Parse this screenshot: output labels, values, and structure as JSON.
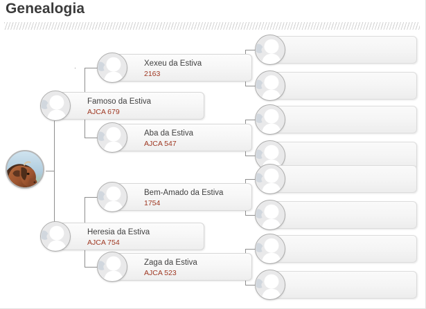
{
  "header": {
    "title": "Genealogia",
    "divider": "hatched-rule"
  },
  "colors": {
    "name_text": "#3f3f3f",
    "id_text": "#9e3620",
    "connector": "#8d8d8d",
    "box_border": "#d7d7d7",
    "avatar_border": "#ababab",
    "page_background": "#ffffff"
  },
  "tree": {
    "root": {
      "avatar": "bull-photo-avatar",
      "name": "",
      "id": ""
    },
    "generation_1": [
      {
        "name": "Famoso da Estiva",
        "id": "AJCA 679",
        "avatar": "person-placeholder-avatar"
      },
      {
        "name": "Heresia da Estiva",
        "id": "AJCA 754",
        "avatar": "person-placeholder-avatar"
      }
    ],
    "generation_2": [
      {
        "name": "Xexeu da Estiva",
        "id": "2163",
        "avatar": "person-placeholder-avatar"
      },
      {
        "name": "Aba da Estiva",
        "id": "AJCA 547",
        "avatar": "person-placeholder-avatar"
      },
      {
        "name": "Bem-Amado da Estiva",
        "id": "1754",
        "avatar": "person-placeholder-avatar"
      },
      {
        "name": "Zaga da Estiva",
        "id": "AJCA 523",
        "avatar": "person-placeholder-avatar"
      }
    ],
    "generation_3": [
      {
        "name": "",
        "id": "",
        "avatar": "person-placeholder-avatar"
      },
      {
        "name": "",
        "id": "",
        "avatar": "person-placeholder-avatar"
      },
      {
        "name": "",
        "id": "",
        "avatar": "person-placeholder-avatar"
      },
      {
        "name": "",
        "id": "",
        "avatar": "person-placeholder-avatar"
      },
      {
        "name": "",
        "id": "",
        "avatar": "person-placeholder-avatar"
      },
      {
        "name": "",
        "id": "",
        "avatar": "person-placeholder-avatar"
      },
      {
        "name": "",
        "id": "",
        "avatar": "person-placeholder-avatar"
      },
      {
        "name": "",
        "id": "",
        "avatar": "person-placeholder-avatar"
      }
    ]
  }
}
